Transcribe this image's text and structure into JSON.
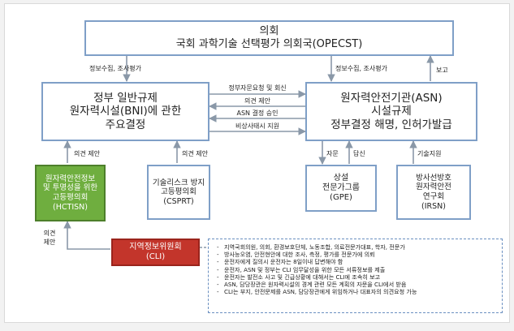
{
  "nodes": {
    "parliament": {
      "line1": "의회",
      "line2": "국회 과학기술 선택평가 의회국(OPECST)"
    },
    "government": {
      "line1": "정부 일반규제",
      "line2": "원자력시설(BNI)에 관한",
      "line3": "주요결정"
    },
    "asn": {
      "line1": "원자력안전기관(ASN)",
      "line2": "시설규제",
      "line3": "정부결정 해명, 인허가발급"
    },
    "hctisn": {
      "line1": "원자력안전정보",
      "line2": "및 투명성을 위한",
      "line3": "고등평의회",
      "line4": "(HCTISN)"
    },
    "csprt": {
      "line1": "기술리스크 방지",
      "line2": "고등평의회",
      "line3": "(CSPRT)"
    },
    "gpe": {
      "line1": "상설",
      "line2": "전문가그룹",
      "line3": "(GPE)"
    },
    "irsn": {
      "line1": "방사선방호",
      "line2": "원자력안전",
      "line3": "연구회",
      "line4": "(IRSN)"
    },
    "cli": {
      "line1": "지역정보위원회",
      "line2": "(CLI)"
    }
  },
  "edges": {
    "parl_to_gov": "정보수집, 조사평가",
    "parl_to_asn": "정보수집, 조사평가",
    "asn_report": "보고",
    "gov_asn_request": "정부자문요청 및 회신",
    "gov_asn_opinion": "의견 제안",
    "gov_asn_approval": "ASN 결정 승인",
    "gov_asn_emergency": "비상사태시 지원",
    "hctisn_opinion": "의견 제안",
    "csprt_opinion": "의견 제안",
    "asn_gpe_advice": "자문",
    "gpe_asn_answer": "답신",
    "irsn_support": "기술지원",
    "cli_opinion_1": "의견",
    "cli_opinion_2": "제안"
  },
  "cli_notes": [
    "지역국회의원, 의회, 환경보호단체, 노동조합, 의료전문가대표, 학자, 전문가",
    "방사능오염, 안전현안에 대한 조사, 측정, 평가를 전문가에 의뢰",
    "운전자에게 질의시 운전자는 8일이내 답변해야 함",
    "운전자, ASN 및 정부는 CLI 임무달성을 위한 모든 서류정보를 제출",
    "운전자는 발전소 사고 및 긴급상황에 대해서는 CLI에 조속히 보고",
    "ASN, 담당장관은 원자력시설의 경계 관련 모든 계획의 자문을 CLI에서 받음",
    "CLI는 부지, 안전문제를 ASN, 담당장관에게 위임하거나 대표자의 의견요청 가능"
  ],
  "colors": {
    "box_border": "#7f9fc7",
    "hctisn_fill": "#6fae3f",
    "cli_fill": "#c3352b",
    "notes_border": "#6a8fc0",
    "arrow": "#8a98a8"
  }
}
